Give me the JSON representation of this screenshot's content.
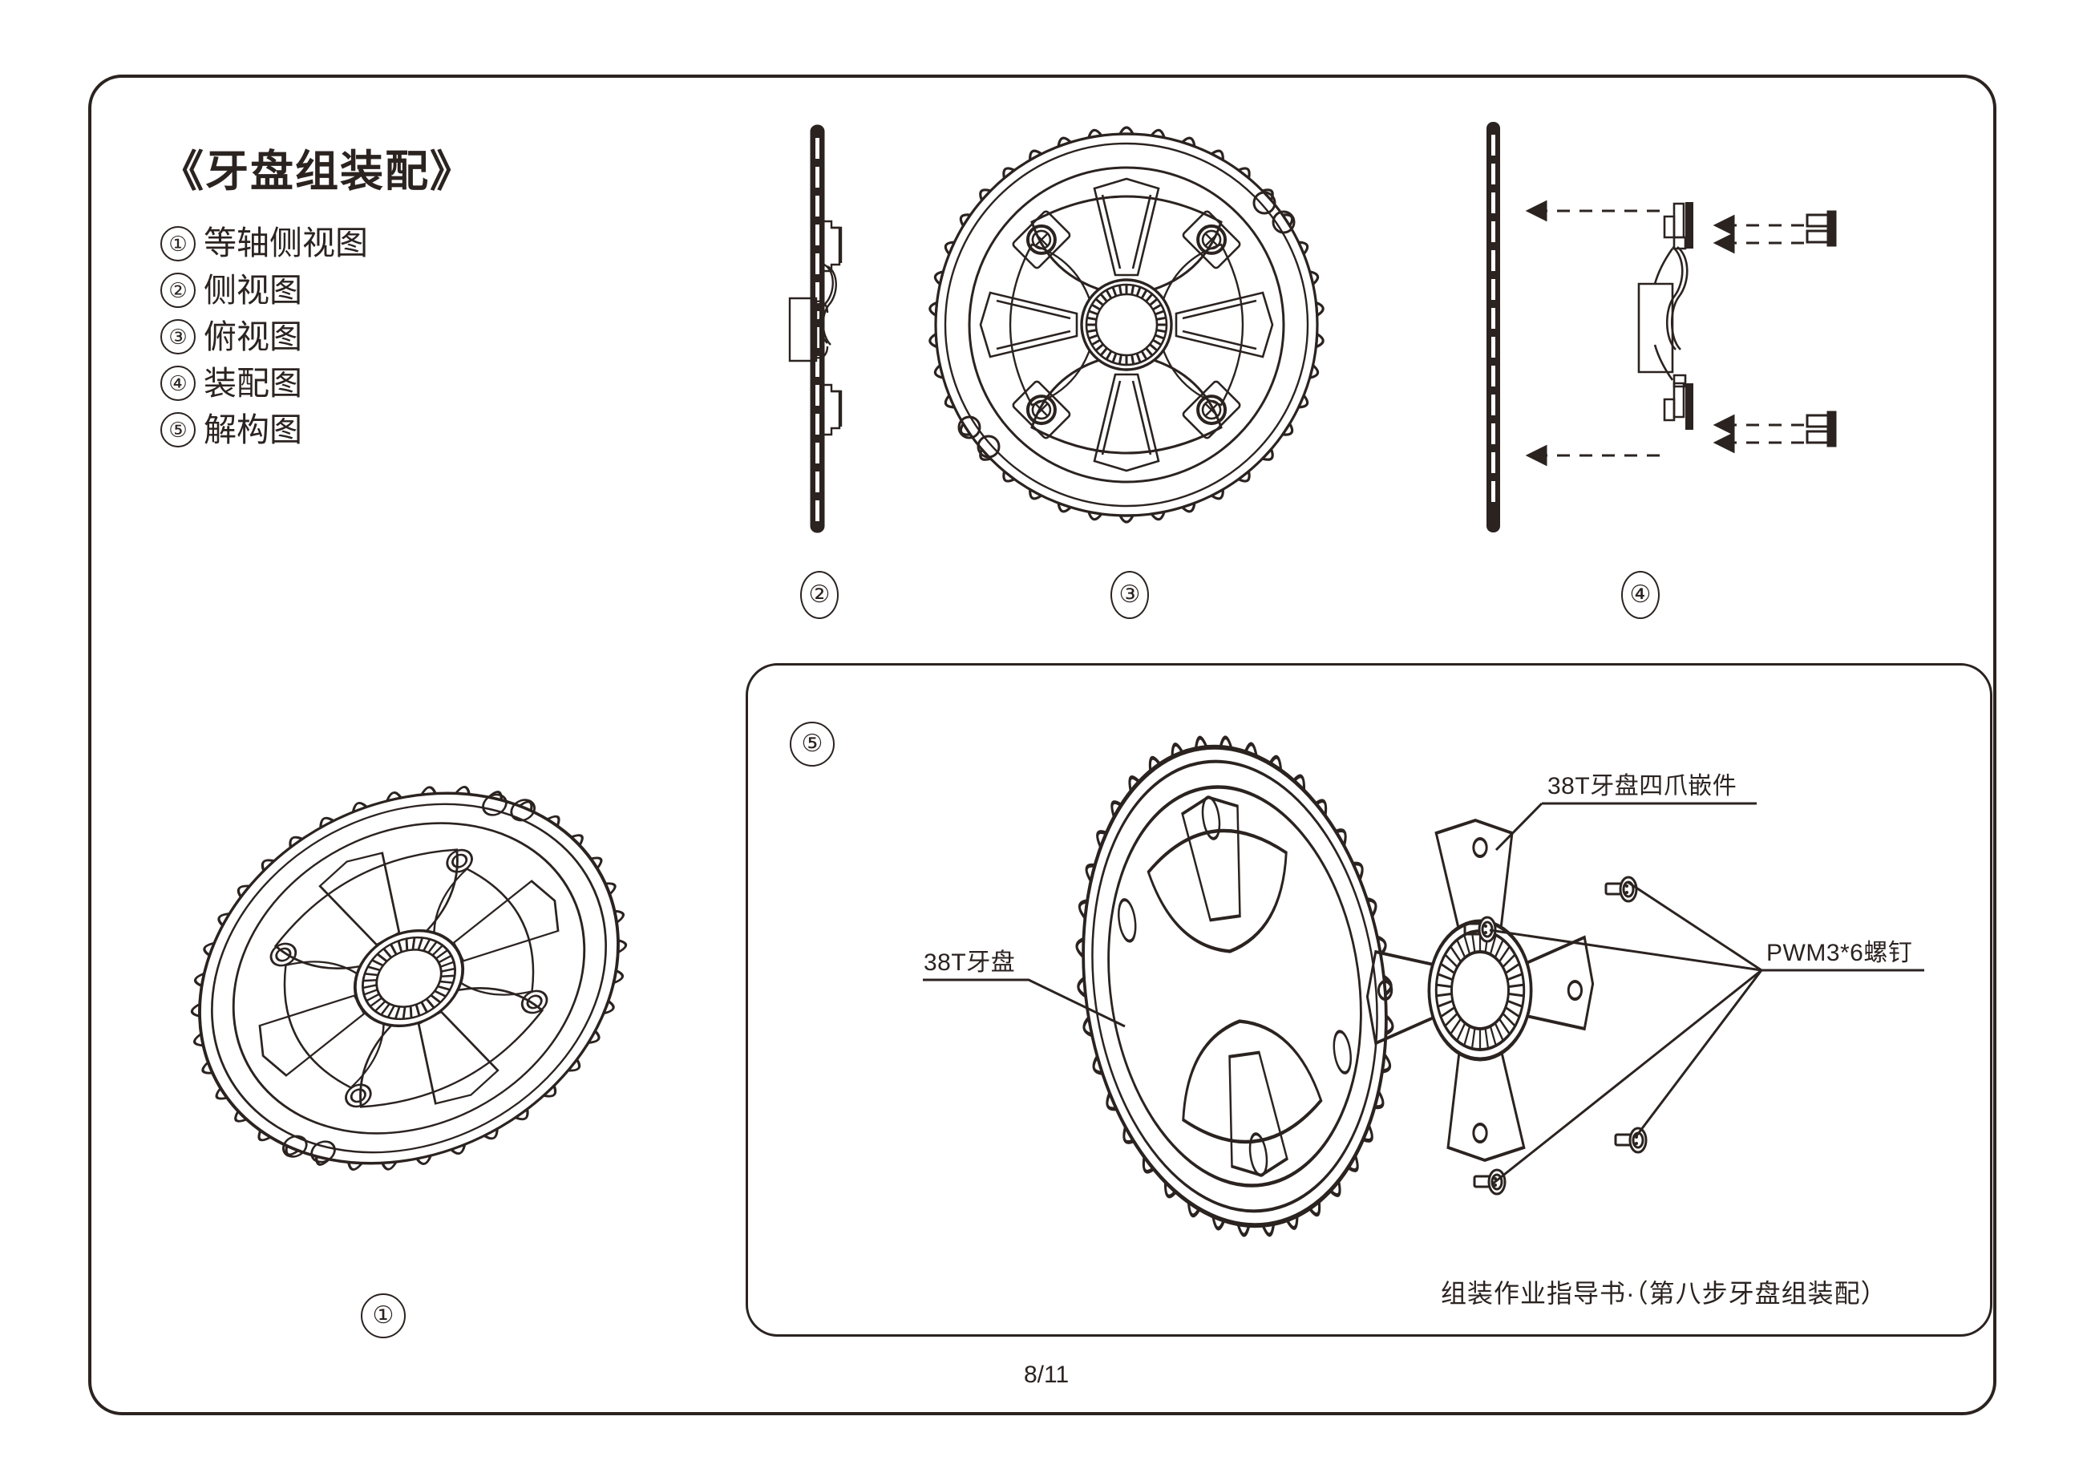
{
  "document": {
    "title": "《牙盘组装配》",
    "page_number": "8/11",
    "footer_caption": "组装作业指导书·（第八步牙盘组装配）"
  },
  "legend": {
    "items": [
      {
        "num": "①",
        "label": "等轴侧视图"
      },
      {
        "num": "②",
        "label": "侧视图"
      },
      {
        "num": "③",
        "label": "俯视图"
      },
      {
        "num": "④",
        "label": "装配图"
      },
      {
        "num": "⑤",
        "label": "解构图"
      }
    ]
  },
  "views": {
    "isometric": {
      "marker": "①",
      "name": "等轴侧视图"
    },
    "side": {
      "marker": "②",
      "name": "侧视图"
    },
    "top": {
      "marker": "③",
      "name": "俯视图"
    },
    "assembly": {
      "marker": "④",
      "name": "装配图"
    },
    "exploded": {
      "marker": "⑤",
      "name": "解构图"
    }
  },
  "annotations": {
    "chainring": "38T牙盘",
    "spider_insert": "38T牙盘四爪嵌件",
    "screws": "PWM3*6螺钉"
  },
  "colors": {
    "line": "#2b2320",
    "background": "#ffffff"
  }
}
